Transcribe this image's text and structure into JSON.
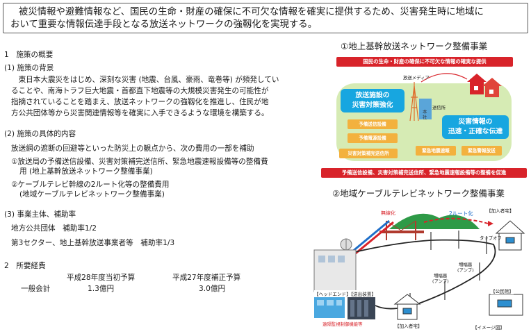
{
  "banner": {
    "line1": "被災情報や避難情報など、国民の生命・財産の確保に不可欠な情報を確実に提供するため、災害発生時に地域に",
    "line2": "おいて重要な情報伝達手段となる放送ネットワークの強靱化を実現する。"
  },
  "left": {
    "h1": "1　施策の概要",
    "h1_1": "(1) 施策の背景",
    "bg_lines": [
      "　東日本大震災をはじめ、深刻な災害 (地震、台風、豪雨、竜巻等) が頻発してい",
      "ることや、南海トラフ巨大地震・首都直下地震等の大規模災害発生の可能性が",
      "指摘されていることを踏まえ、放送ネットワークの強靱化を推進し、住民が地",
      "方公共団体等から災害関連情報等を確実に入手できるような環境を構築する。"
    ],
    "h1_2": "(2) 施策の具体的内容",
    "content_intro": "放送網の遮断の回避等といった防災上の観点から、次の費用の一部を補助",
    "item1_l1": "①放送局の予備送信設備、災害対策補完送信所、緊急地震速報設備等の整備費",
    "item1_l2": "用 (地上基幹放送ネットワーク整備事業)",
    "item2_l1": "②ケーブルテレビ幹線の2ルート化等の整備費用",
    "item2_l2": "(地域ケーブルテレビネットワーク整備事業)",
    "h1_3": "(3) 事業主体、補助率",
    "rate1": "地方公共団体　補助率1/2",
    "rate2": "第3セクター、地上基幹放送事業者等　補助率1/3",
    "h2": "2　所要経費",
    "budget": {
      "col1": "平成28年度当初予算",
      "col2": "平成27年度補正予算",
      "row_label": "一般会計",
      "v1": "1.3億円",
      "v2": "3.0億円"
    }
  },
  "panel1": {
    "title": "①地上基幹放送ネットワーク整備事業",
    "top_bar": "国民の生命・財産の確保に不可欠な情報の確実な提供",
    "media_label": "放送メディア",
    "box_left": [
      "放送施設の",
      "災害対策強化"
    ],
    "box_right": [
      "災害情報の",
      "迅速・正確な伝達"
    ],
    "honsha": [
      "本",
      "社"
    ],
    "soushinjo": "送信所",
    "orange": [
      "予備送信設備",
      "予備電源設備",
      "災害対策補完送信所",
      "緊急地震速報",
      "緊急警報放送"
    ],
    "bottom_bar": "予備送信設備、災害対策補完送信所、緊急地震速報設備等の整備を促進",
    "colors": {
      "red": "#d8232a",
      "blue": "#17a6e0",
      "orange": "#f3b13e",
      "green": "#cfe7a6"
    }
  },
  "panel2": {
    "title": "②地域ケーブルテレビネットワーク整備事業",
    "wireless": "無線化",
    "two_route": "2ルート化",
    "subscriber1": "【加入者宅】",
    "tap_off": "タップオフ",
    "amp1": [
      "増幅器",
      "(アンプ)"
    ],
    "amp2": [
      "増幅器",
      "(アンプ)"
    ],
    "headend": "【ヘッドエンド】【送出装置】",
    "remote": "遠隔監視制御機能等",
    "public_hall": "【公民館】",
    "subscriber2": "【加入者宅】",
    "image_label": "【イメージ図】"
  }
}
